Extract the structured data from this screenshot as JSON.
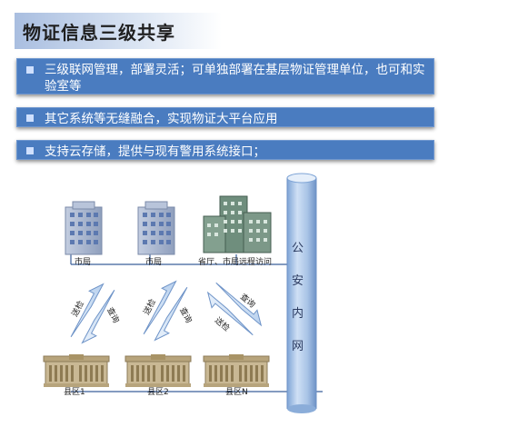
{
  "title": "物证信息三级共享",
  "bullets": [
    "三级联网管理，部署灵活；可单独部署在基层物证管理单位，也可和实验室等",
    "其它系统等无缝融合，实现物证大平台应用",
    "支持云存储，提供与现有警用系统接口；"
  ],
  "diagram": {
    "top_nodes": [
      "市局",
      "市局",
      "省厅、市局远程访问"
    ],
    "bottom_nodes": [
      "县区1",
      "县区2",
      "县区N"
    ],
    "cylinder_label": [
      "公",
      "安",
      "内",
      "网"
    ],
    "arrow_labels": {
      "send": "送检",
      "query": "查询"
    }
  }
}
